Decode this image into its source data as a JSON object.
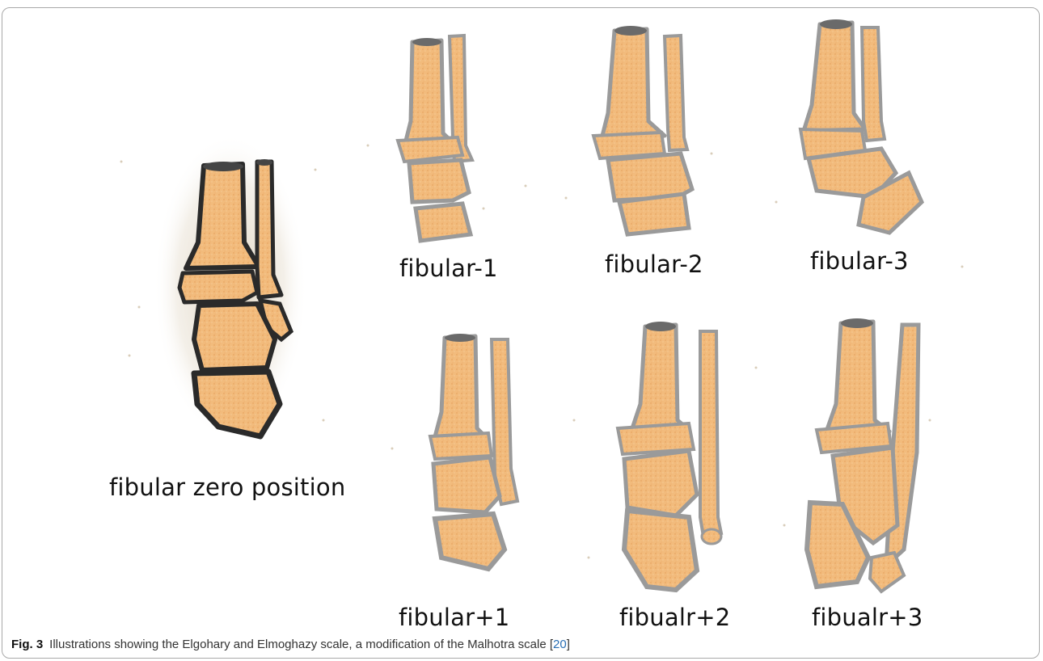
{
  "figure": {
    "illustrations": [
      {
        "label": "fibular zero position",
        "type": "ankle-bone-illustration"
      },
      {
        "label": "fibular-1",
        "type": "ankle-bone-illustration"
      },
      {
        "label": "fibular-2",
        "type": "ankle-bone-illustration"
      },
      {
        "label": "fibular-3",
        "type": "ankle-bone-illustration"
      },
      {
        "label": "fibular+1",
        "type": "ankle-bone-illustration"
      },
      {
        "label": "fibualr+2",
        "type": "ankle-bone-illustration"
      },
      {
        "label": "fibualr+3",
        "type": "ankle-bone-illustration"
      }
    ],
    "bone_color": "#f0b877",
    "outline_color": "#9a9a9a"
  },
  "caption": {
    "figure_number": "Fig. 3",
    "text": "Illustrations showing the Elgohary and Elmoghazy scale, a modification of the Malhotra scale [",
    "reference": "20",
    "closing": "]"
  }
}
